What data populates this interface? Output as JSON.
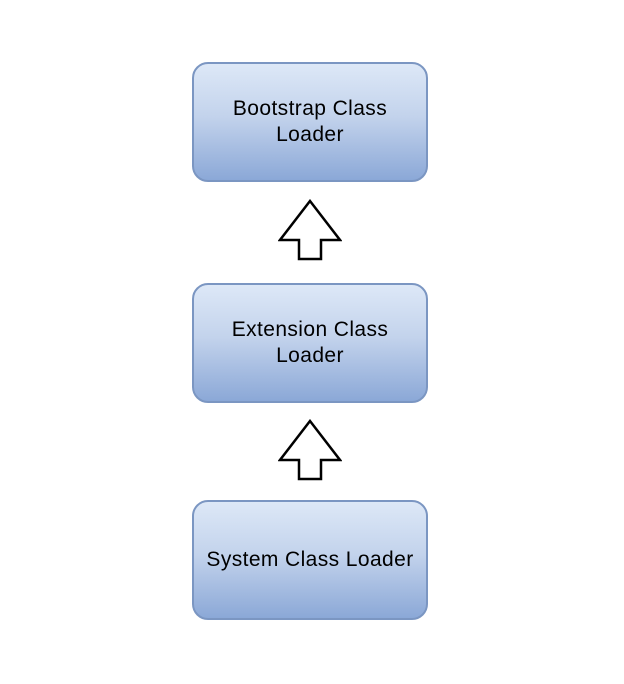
{
  "diagram": {
    "background_color": "#ffffff",
    "nodes": [
      {
        "id": "bootstrap-class-loader",
        "label": "Bootstrap Class Loader",
        "lines": [
          "Bootstrap Class",
          "Loader"
        ]
      },
      {
        "id": "extension-class-loader",
        "label": "Extension Class Loader",
        "lines": [
          "Extension Class",
          "Loader"
        ]
      },
      {
        "id": "system-class-loader",
        "label": "System Class Loader",
        "lines": [
          "System Class Loader"
        ]
      }
    ],
    "connectors": [
      {
        "id": "extension-to-bootstrap",
        "from": "extension-class-loader",
        "to": "bootstrap-class-loader",
        "shape": "block-arrow",
        "direction": "up"
      },
      {
        "id": "system-to-extension",
        "from": "system-class-loader",
        "to": "extension-class-loader",
        "shape": "block-arrow",
        "direction": "up"
      }
    ],
    "colors": {
      "node_fill_top": "#dde8f7",
      "node_fill_bottom": "#8ba8d7",
      "node_border": "#7b96c2",
      "node_text": "#000000",
      "arrow_fill": "#ffffff",
      "arrow_stroke": "#000000"
    }
  }
}
